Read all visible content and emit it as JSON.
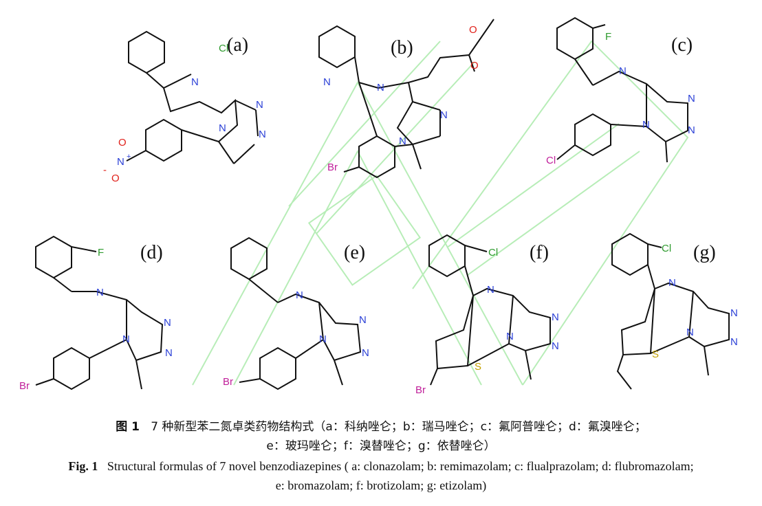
{
  "colors": {
    "bond": "#111111",
    "nitrogen": "#2a3fd6",
    "chlorine": "#2e9b2e",
    "fluorine": "#2e9b2e",
    "bromine": "#c0209a",
    "oxygen": "#e0201a",
    "sulfur": "#c2a000",
    "watermark": "#33cc33"
  },
  "panels": {
    "a": {
      "label": "(a)",
      "substituent_label": "Cl",
      "nitro_n": "N",
      "nitro_plus": "+",
      "nitro_o1": "O",
      "nitro_o2": "O",
      "nitro_minus": "-",
      "ring_n1": "N",
      "ring_n2": "N",
      "ring_n3": "N",
      "ring_n4": "N"
    },
    "b": {
      "label": "(b)",
      "halogen_label": "Br",
      "pyridine_n": "N",
      "ester_o1": "O",
      "ester_o2": "O",
      "ring_n1": "N",
      "ring_n2": "N",
      "ring_n3": "N"
    },
    "c": {
      "label": "(c)",
      "substituent_label": "F",
      "halogen_label": "Cl",
      "ring_n1": "N",
      "ring_n2": "N",
      "ring_n3": "N",
      "ring_n4": "N"
    },
    "d": {
      "label": "(d)",
      "substituent_label": "F",
      "halogen_label": "Br",
      "ring_n1": "N",
      "ring_n2": "N",
      "ring_n3": "N",
      "ring_n4": "N"
    },
    "e": {
      "label": "(e)",
      "halogen_label": "Br",
      "ring_n1": "N",
      "ring_n2": "N",
      "ring_n3": "N",
      "ring_n4": "N"
    },
    "f": {
      "label": "(f)",
      "substituent_label": "Cl",
      "halogen_label": "Br",
      "sulfur_label": "S",
      "ring_n1": "N",
      "ring_n2": "N",
      "ring_n3": "N",
      "ring_n4": "N"
    },
    "g": {
      "label": "(g)",
      "substituent_label": "Cl",
      "sulfur_label": "S",
      "ring_n1": "N",
      "ring_n2": "N",
      "ring_n3": "N",
      "ring_n4": "N"
    }
  },
  "caption": {
    "cn_prefix": "图 1",
    "cn_line1": "7 种新型苯二氮卓类药物结构式（a：科纳唑仑；b：瑞马唑仑；c：氟阿普唑仑；d：氟溴唑仑；",
    "cn_line2": "e：玻玛唑仑；f：溴替唑仑；g：依替唑仑）",
    "en_prefix": "Fig. 1",
    "en_line1": "Structural formulas of 7 novel benzodiazepines ( a: clonazolam; b: remimazolam; c: flualprazolam; d: flubromazolam;",
    "en_line2": "e: bromazolam; f: brotizolam; g: etizolam)"
  }
}
